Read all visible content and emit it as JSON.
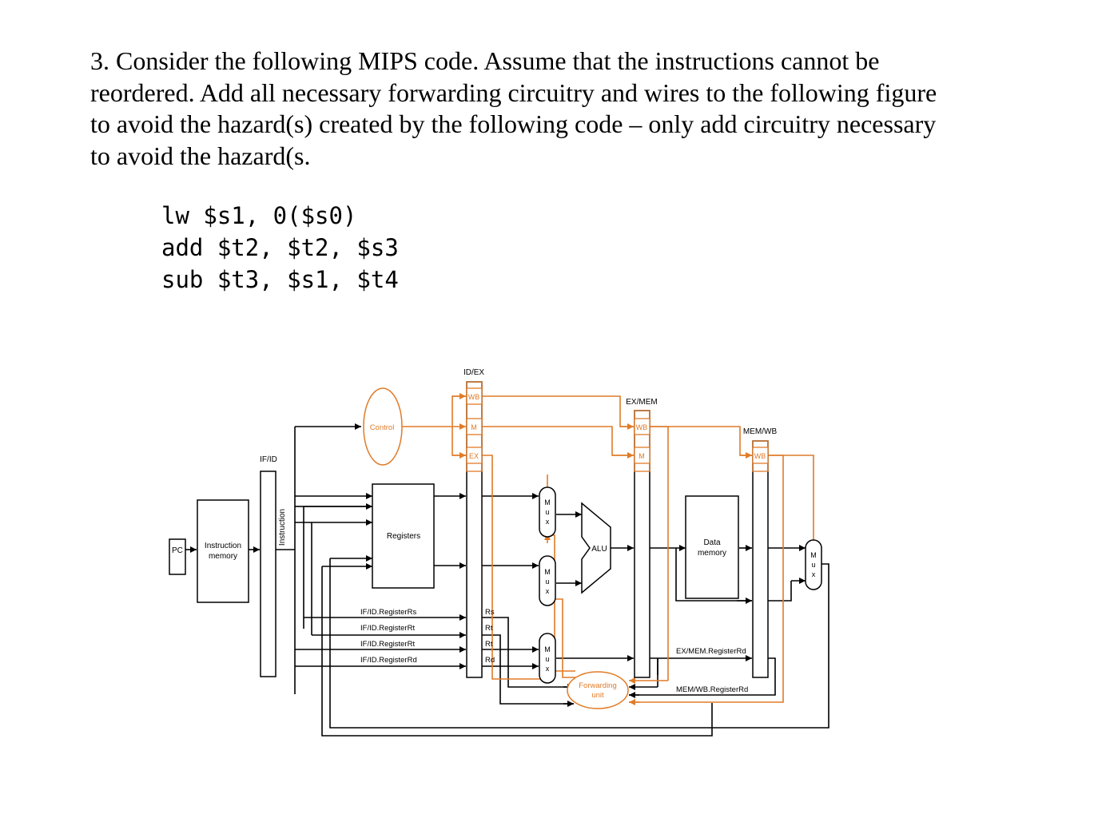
{
  "question": {
    "lines": [
      "3. Consider the following MIPS code. Assume that the instructions cannot be",
      "reordered. Add all necessary forwarding circuitry and wires to the following figure",
      "to avoid the hazard(s) created by the following code – only add circuitry necessary",
      "to avoid the hazard(s."
    ]
  },
  "code": {
    "lines": [
      "lw $s1, 0($s0)",
      "add $t2, $t2, $s3",
      "sub $t3, $s1, $t4"
    ]
  },
  "diagram": {
    "colors": {
      "wire": "#000000",
      "control": "#e07b28"
    },
    "labels": {
      "pc": "PC",
      "instruction_memory": [
        "Instruction",
        "memory"
      ],
      "if_id": "IF/ID",
      "instruction": "Instruction",
      "control": "Control",
      "registers": "Registers",
      "id_ex": "ID/EX",
      "wb": "WB",
      "m": "M",
      "ex": "EX",
      "ex_mem": "EX/MEM",
      "mem_wb": "MEM/WB",
      "alu": "ALU",
      "mux": [
        "M",
        "u",
        "x"
      ],
      "data_memory": [
        "Data",
        "memory"
      ],
      "forwarding_unit": [
        "Forwarding",
        "unit"
      ],
      "ifid_register_rs": "IF/ID.RegisterRs",
      "ifid_register_rt_1": "IF/ID.RegisterRt",
      "ifid_register_rt_2": "IF/ID.RegisterRt",
      "ifid_register_rd": "IF/ID.RegisterRd",
      "rs": "Rs",
      "rt_1": "Rt",
      "rt_2": "Rt",
      "rd": "Rd",
      "exmem_register_rd": "EX/MEM.RegisterRd",
      "memwb_register_rd": "MEM/WB.RegisterRd"
    }
  }
}
